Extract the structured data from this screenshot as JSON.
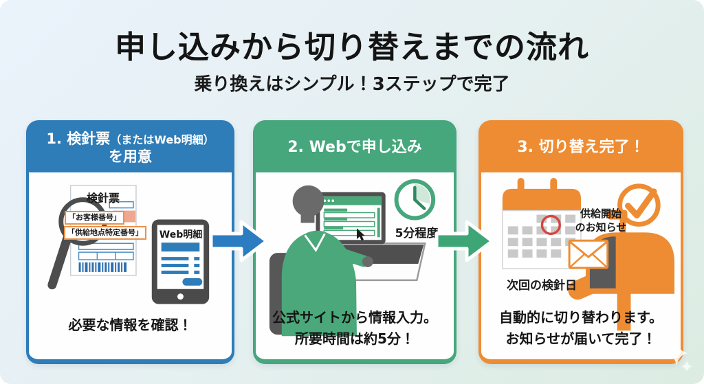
{
  "page": {
    "title": "申し込みから切り替えまでの流れ",
    "subtitle": "乗り換えはシンプル！3ステップで完了"
  },
  "colors": {
    "blue": "#2e7cb8",
    "green": "#46a67c",
    "orange": "#ee8c33",
    "arrow_blue": "#2b7cc0",
    "arrow_green": "#3ea577",
    "bg_start": "#eaf2fb",
    "bg_mid": "#e6f0f2",
    "bg_end": "#dcece2"
  },
  "steps": [
    {
      "header_main": "1. 検針票",
      "header_note": "（またはWeb明細）",
      "header_line2": "を用意",
      "doc_title": "検針票",
      "label_customer": "「お客様番号」",
      "label_supply": "「供給地点特定番号」",
      "tablet_label": "Web明細",
      "caption": "必要な情報を確認！"
    },
    {
      "header": "2. Webで申し込み",
      "clock_label": "5分程度",
      "caption_line1": "公式サイトから情報入力。",
      "caption_line2": "所要時間は約5分！"
    },
    {
      "header": "3. 切り替え完了！",
      "notice_line1": "供給開始",
      "notice_line2": "のお知らせ",
      "calendar_label": "次回の検針日",
      "caption_line1": "自動的に切り替わります。",
      "caption_line2": "お知らせが届いて完了！"
    }
  ]
}
